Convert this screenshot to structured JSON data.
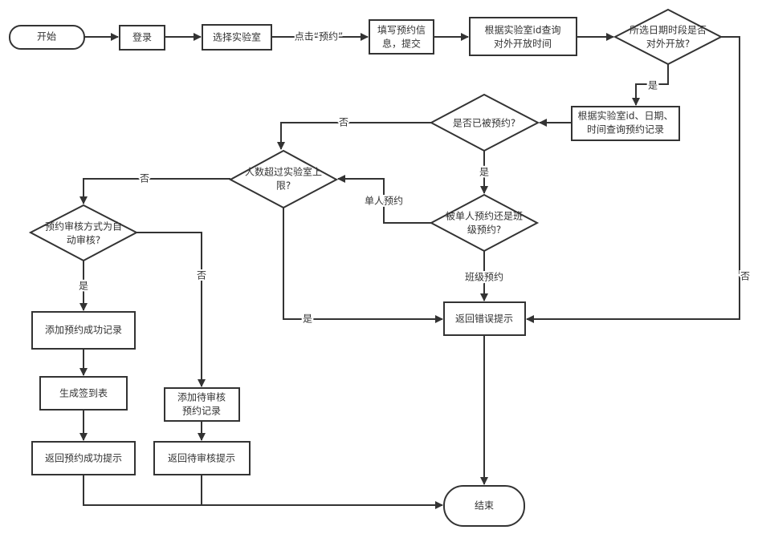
{
  "nodes": {
    "start": "开始",
    "login": "登录",
    "select_lab": "选择实验室",
    "fill_info": [
      "填写预约信",
      "息，提交"
    ],
    "query_open": [
      "根据实验室id查询",
      "对外开放时间"
    ],
    "is_open": [
      "所选日期时段是否",
      "对外开放?"
    ],
    "query_records": [
      "根据实验室id、日期、",
      "时间查询预约记录"
    ],
    "is_booked": "是否已被预约?",
    "over_limit": [
      "人数超过实验室上",
      "限?"
    ],
    "single_or_class": [
      "被单人预约还是班",
      "级预约?"
    ],
    "auto_review": [
      "预约审核方式为自",
      "动审核?"
    ],
    "error": "返回错误提示",
    "add_success": "添加预约成功记录",
    "gen_signin": "生成签到表",
    "return_success": "返回预约成功提示",
    "add_pending": [
      "添加待审核",
      "预约记录"
    ],
    "return_pending": "返回待审核提示",
    "end": "结束"
  },
  "edge_labels": {
    "click_book": "点击“预约”",
    "open_yes": "是",
    "open_no": "否",
    "booked_no": "否",
    "booked_yes": "是",
    "single": "单人预约",
    "class": "班级预约",
    "limit_yes": "是",
    "limit_no": "否",
    "auto_yes": "是",
    "auto_no": "否"
  }
}
